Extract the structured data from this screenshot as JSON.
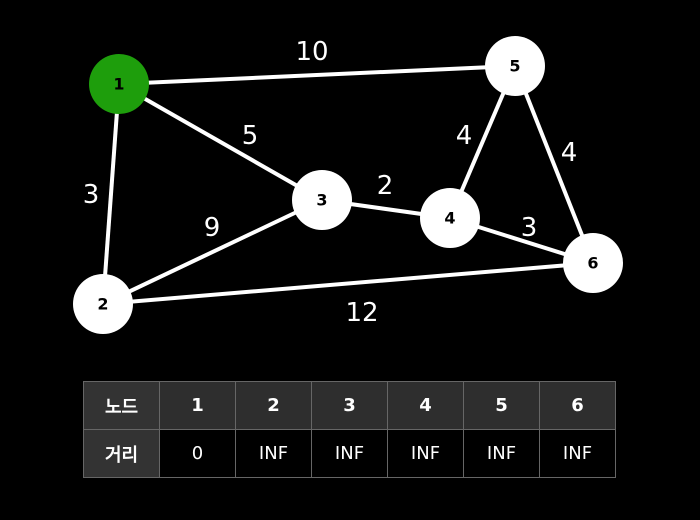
{
  "graph": {
    "nodes": [
      {
        "id": "1",
        "label": "1",
        "color": "#1e9e0c"
      },
      {
        "id": "2",
        "label": "2",
        "color": "#ffffff"
      },
      {
        "id": "3",
        "label": "3",
        "color": "#ffffff"
      },
      {
        "id": "4",
        "label": "4",
        "color": "#ffffff"
      },
      {
        "id": "5",
        "label": "5",
        "color": "#ffffff"
      },
      {
        "id": "6",
        "label": "6",
        "color": "#ffffff"
      }
    ],
    "edges": [
      {
        "from": "1",
        "to": "5",
        "weight": "10"
      },
      {
        "from": "1",
        "to": "3",
        "weight": "5"
      },
      {
        "from": "1",
        "to": "2",
        "weight": "3"
      },
      {
        "from": "2",
        "to": "3",
        "weight": "9"
      },
      {
        "from": "3",
        "to": "4",
        "weight": "2"
      },
      {
        "from": "4",
        "to": "5",
        "weight": "4"
      },
      {
        "from": "5",
        "to": "6",
        "weight": "4"
      },
      {
        "from": "4",
        "to": "6",
        "weight": "3"
      },
      {
        "from": "2",
        "to": "6",
        "weight": "12"
      }
    ]
  },
  "table": {
    "header_label": "노드",
    "row_label": "거리",
    "nodes": [
      "1",
      "2",
      "3",
      "4",
      "5",
      "6"
    ],
    "distances": [
      "0",
      "INF",
      "INF",
      "INF",
      "INF",
      "INF"
    ]
  }
}
